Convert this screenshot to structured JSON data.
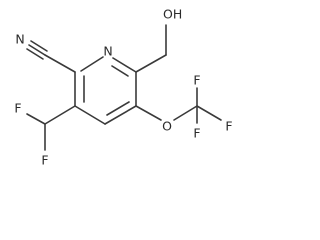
{
  "molecule": {
    "atoms": {
      "ring_n": "N",
      "nitrile_n": "N",
      "hydroxyl": "OH",
      "ether_o": "O",
      "f1": "F",
      "f2": "F",
      "f3": "F",
      "f4": "F",
      "f5": "F"
    }
  }
}
